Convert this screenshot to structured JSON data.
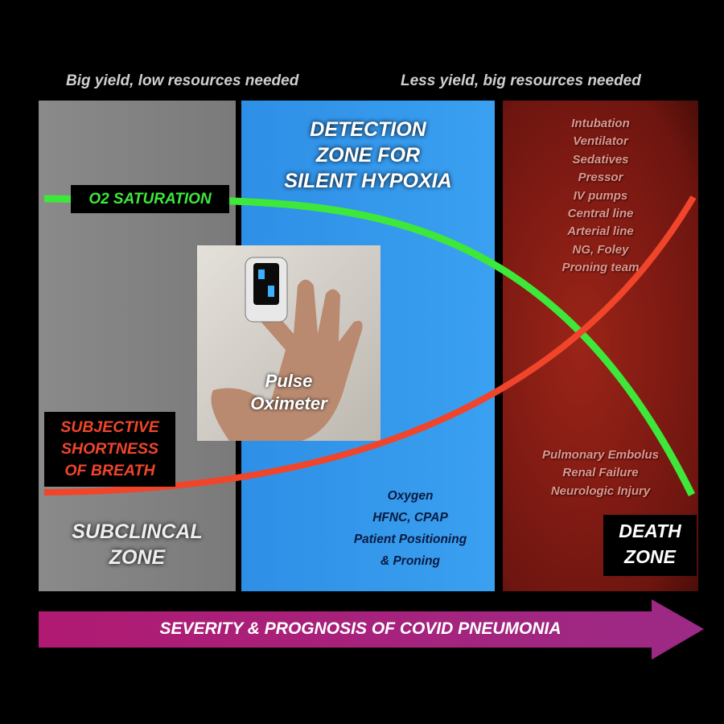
{
  "header": {
    "left": "Big yield, low resources needed",
    "right": "Less yield, big resources needed"
  },
  "zones": {
    "subclinical": {
      "title_line1": "SUBCLINCAL",
      "title_line2": "ZONE"
    },
    "detection": {
      "title_lines": [
        "DETECTION",
        "ZONE FOR",
        "SILENT HYPOXIA"
      ],
      "treatments": [
        "Oxygen",
        "HFNC, CPAP",
        "Patient Positioning",
        "& Proning"
      ]
    },
    "death": {
      "resources": [
        "Intubation",
        "Ventilator",
        "Sedatives",
        "Pressor",
        "IV pumps",
        "Central line",
        "Arterial line",
        "NG, Foley",
        "Proning team"
      ],
      "complications": [
        "Pulmonary Embolus",
        "Renal Failure",
        "Neurologic Injury"
      ],
      "title_line1": "DEATH",
      "title_line2": "ZONE"
    }
  },
  "curves": {
    "o2_label": "O2 SATURATION",
    "sob_lines": [
      "SUBJECTIVE",
      "SHORTNESS",
      "OF BREATH"
    ],
    "o2_color": "#3ee83a",
    "sob_color": "#f0452a"
  },
  "photo": {
    "caption_line1": "Pulse",
    "caption_line2": "Oximeter"
  },
  "arrow": {
    "label": "SEVERITY & PROGNOSIS OF COVID PNEUMONIA"
  }
}
